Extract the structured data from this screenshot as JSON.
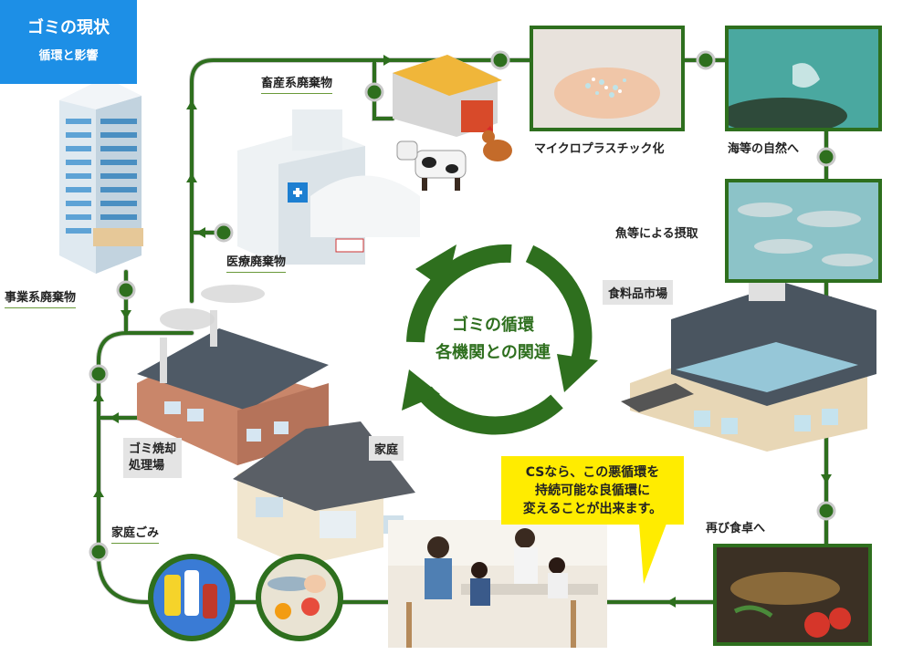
{
  "title": {
    "main": "ゴミの現状",
    "sub": "循環と影響"
  },
  "labels": {
    "business_waste": "事業系廃棄物",
    "livestock_waste": "畜産系廃棄物",
    "medical_waste": "医療廃棄物",
    "incineration_line1": "ゴミ焼却",
    "incineration_line2": "処理場",
    "household": "家庭",
    "household_waste": "家庭ごみ",
    "microplastic": "マイクロプラスチック化",
    "to_nature": "海等の自然へ",
    "fish_intake": "魚等による摂取",
    "food_market": "食料品市場",
    "back_to_table": "再び食卓へ"
  },
  "center": {
    "line1": "ゴミの循環",
    "line2": "各機関との関連"
  },
  "callout": {
    "line1": "CSなら、この悪循環を",
    "line2": "持続可能な良循環に",
    "line3": "変えることが出来ます。"
  },
  "colors": {
    "accent_green": "#2e6f1e",
    "path_gray": "#c8c8c8",
    "title_blue": "#1d8fe6",
    "callout_yellow": "#ffec00"
  }
}
